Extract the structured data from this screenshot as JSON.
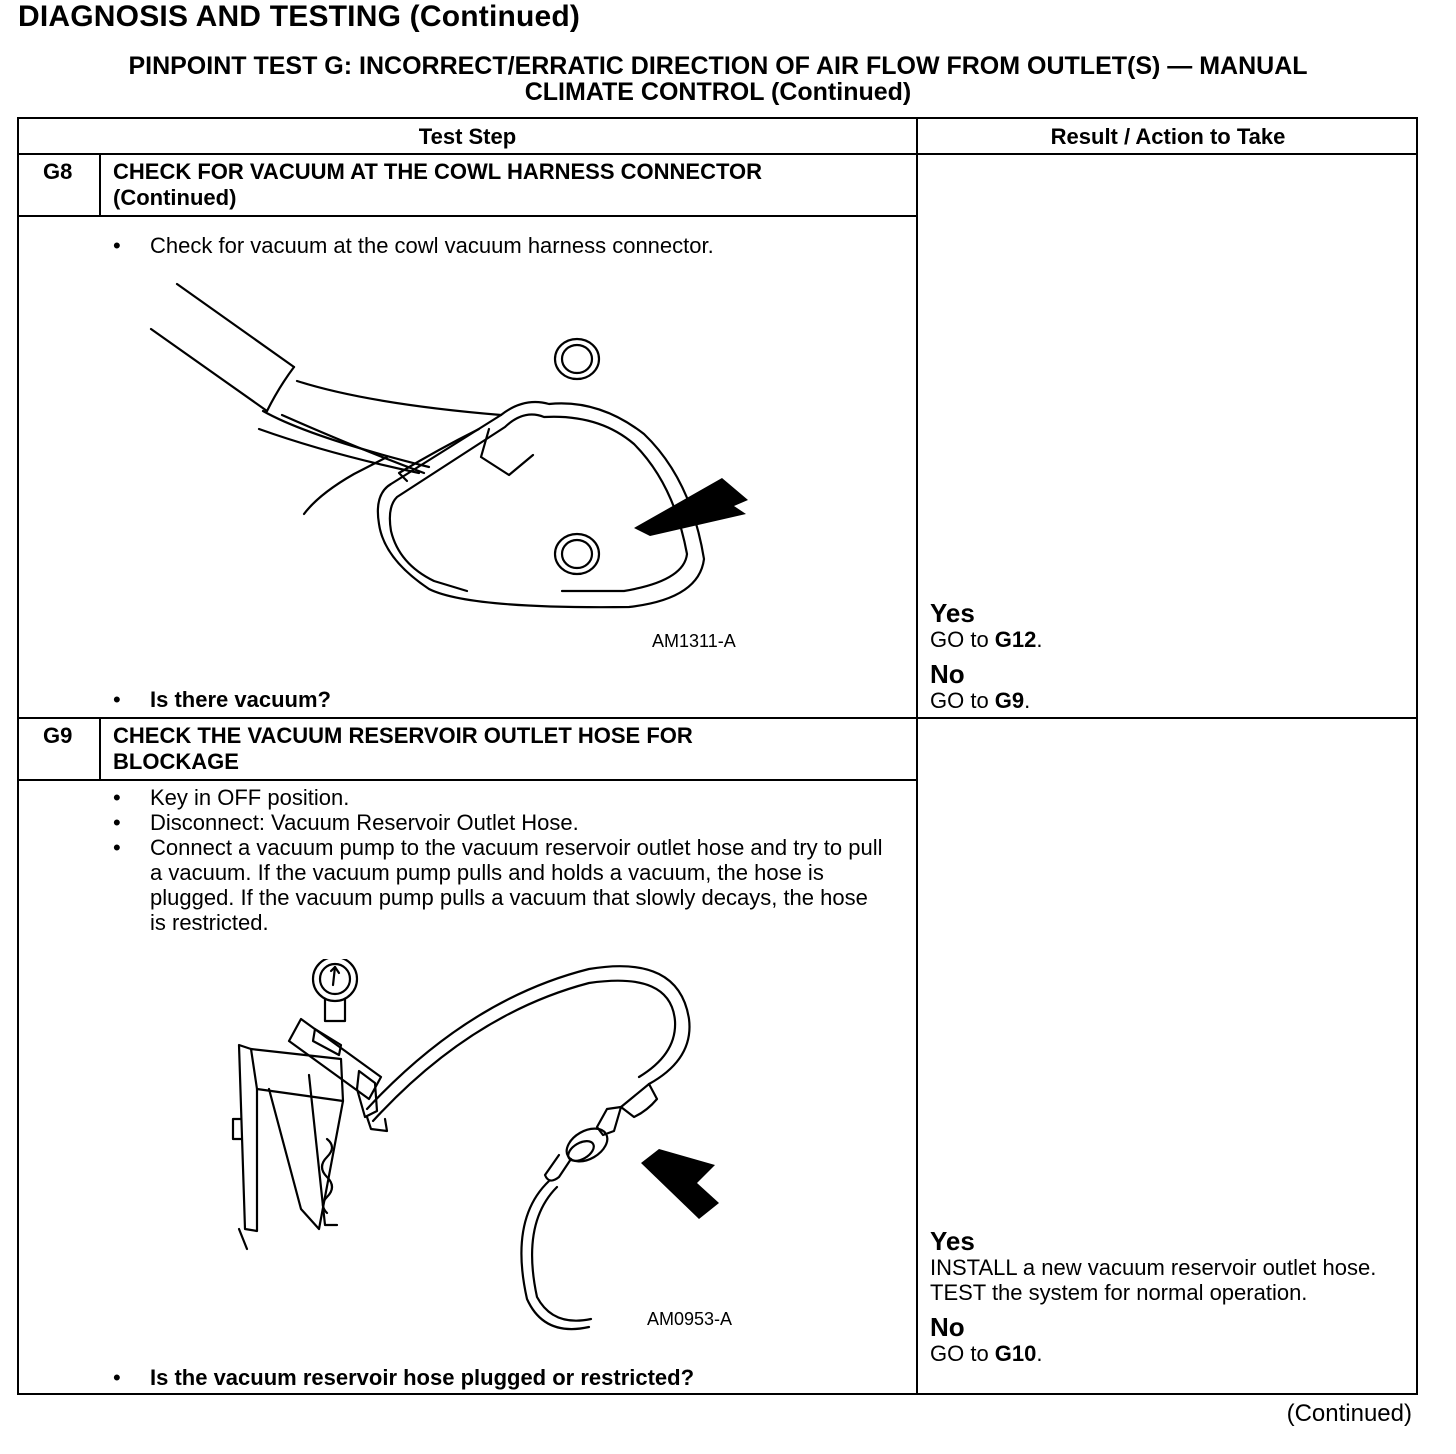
{
  "page_title": "DIAGNOSIS AND TESTING (Continued)",
  "test_title_line1": "PINPOINT TEST  G: INCORRECT/ERRATIC DIRECTION OF AIR FLOW FROM OUTLET(S) — MANUAL",
  "test_title_line2": "CLIMATE CONTROL (Continued)",
  "table_header": {
    "test_step": "Test Step",
    "result": "Result / Action to Take"
  },
  "steps": [
    {
      "id": "G8",
      "title_line1": "CHECK FOR VACUUM AT THE COWL HARNESS CONNECTOR",
      "title_line2": "(Continued)",
      "bullets": [
        "Check for vacuum at the cowl vacuum harness connector."
      ],
      "figure_code": "AM1311-A",
      "question": "Is there vacuum?",
      "yes_label": "Yes",
      "yes_prefix": "GO to ",
      "yes_target": "G12",
      "yes_suffix": ".",
      "no_label": "No",
      "no_prefix": "GO to ",
      "no_target": "G9",
      "no_suffix": "."
    },
    {
      "id": "G9",
      "title_line1": "CHECK THE VACUUM RESERVOIR OUTLET HOSE FOR",
      "title_line2": "BLOCKAGE",
      "bullets": [
        "Key in OFF position.",
        "Disconnect: Vacuum Reservoir Outlet Hose.",
        "Connect a vacuum pump to the vacuum reservoir outlet hose and try to pull a vacuum. If the vacuum pump pulls and holds a vacuum, the hose is plugged. If the vacuum pump pulls a vacuum that slowly decays, the hose is restricted."
      ],
      "figure_code": "AM0953-A",
      "question": "Is the vacuum reservoir hose plugged or restricted?",
      "yes_label": "Yes",
      "yes_text": "INSTALL a new vacuum reservoir outlet hose. TEST the system for normal operation.",
      "no_label": "No",
      "no_prefix": "GO to ",
      "no_target": "G10",
      "no_suffix": "."
    }
  ],
  "footer": "(Continued)"
}
